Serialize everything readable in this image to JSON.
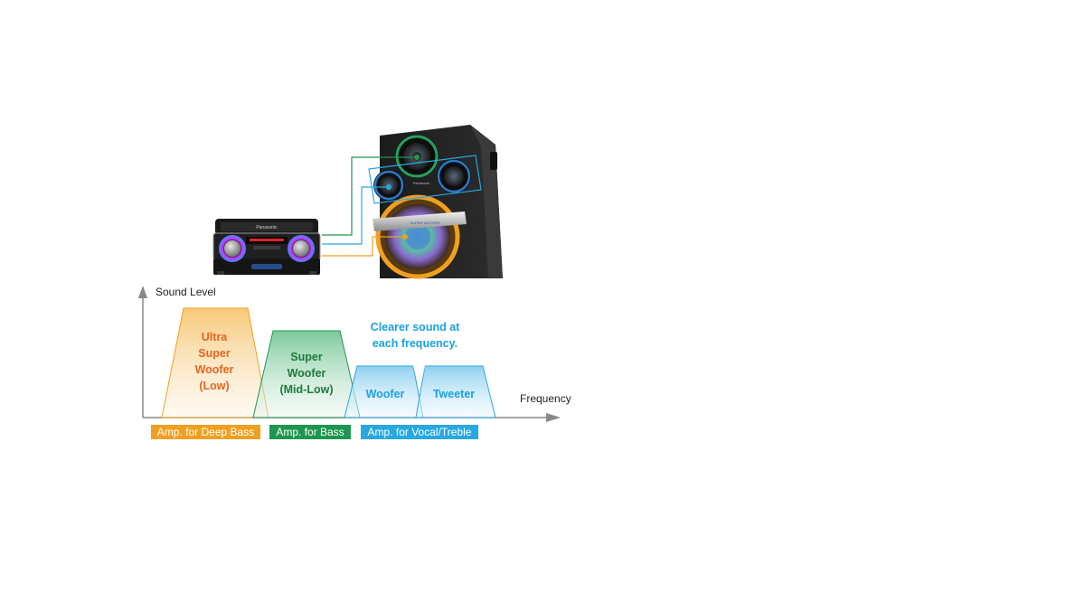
{
  "axis": {
    "y_label": "Sound Level",
    "x_label": "Frequency"
  },
  "bands": {
    "ultra": [
      "Ultra",
      "Super",
      "Woofer",
      "(Low)"
    ],
    "super": [
      "Super",
      "Woofer",
      "(Mid-Low)"
    ],
    "woofer": "Woofer",
    "tweeter": "Tweeter"
  },
  "callout": [
    "Clearer sound at",
    "each frequency."
  ],
  "amps": {
    "deep_bass": "Amp. for Deep Bass",
    "bass": "Amp. for Bass",
    "vocal": "Amp. for Vocal/Treble"
  },
  "brand_mark": "Panasonic",
  "speaker_panel_text": "SUPER WOOFER",
  "colors": {
    "orange": "#f0a020",
    "orange_text": "#e8641e",
    "green": "#1e9650",
    "green_text": "#1e7a3c",
    "blue": "#27a8e0",
    "blue_text": "#1aa0e0",
    "axis": "#888888"
  }
}
